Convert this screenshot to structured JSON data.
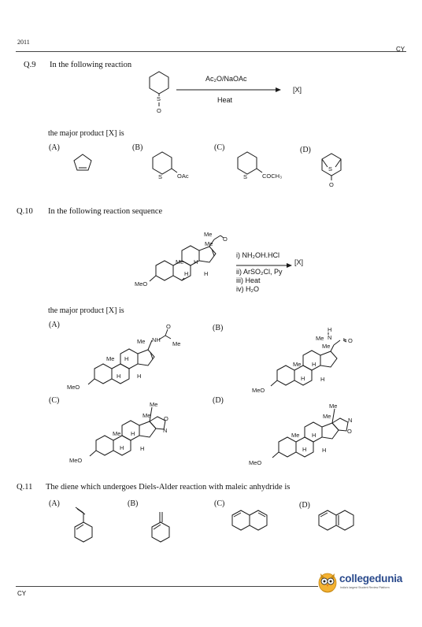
{
  "header": {
    "year": "2011",
    "code_right": "CY"
  },
  "footer": {
    "code_left": "CY"
  },
  "brand": {
    "name": "collegedunia",
    "tagline": "India's largest Student Review Platform",
    "accent": "#2a4a8c"
  },
  "q9": {
    "number": "Q.9",
    "stem": "In the following reaction",
    "reagent_top": "Ac₂O/NaOAc",
    "reagent_bottom": "Heat",
    "product": "[X]",
    "prompt": "the major product [X] is",
    "labels": {
      "a": "(A)",
      "b": "(B)",
      "c": "(C)",
      "d": "(D)"
    },
    "atoms": {
      "s": "S",
      "o": "O",
      "oac": "OAc",
      "coch3": "COCH₃"
    }
  },
  "q10": {
    "number": "Q.10",
    "stem": "In the following reaction sequence",
    "steps": [
      "i) NH₂OH.HCl",
      "ii) ArSO₂Cl, Py",
      "iii) Heat",
      "iv) H₂O"
    ],
    "product": "[X]",
    "prompt": "the major product [X] is",
    "labels": {
      "a": "(A)",
      "b": "(B)",
      "c": "(C)",
      "d": "(D)"
    },
    "atoms": {
      "me": "Me",
      "meo": "MeO",
      "h": "H",
      "o": "O",
      "n": "N",
      "nh": "NH"
    }
  },
  "q11": {
    "number": "Q.11",
    "stem": "The diene which undergoes Diels-Alder reaction with maleic anhydride is",
    "labels": {
      "a": "(A)",
      "b": "(B)",
      "c": "(C)",
      "d": "(D)"
    }
  }
}
